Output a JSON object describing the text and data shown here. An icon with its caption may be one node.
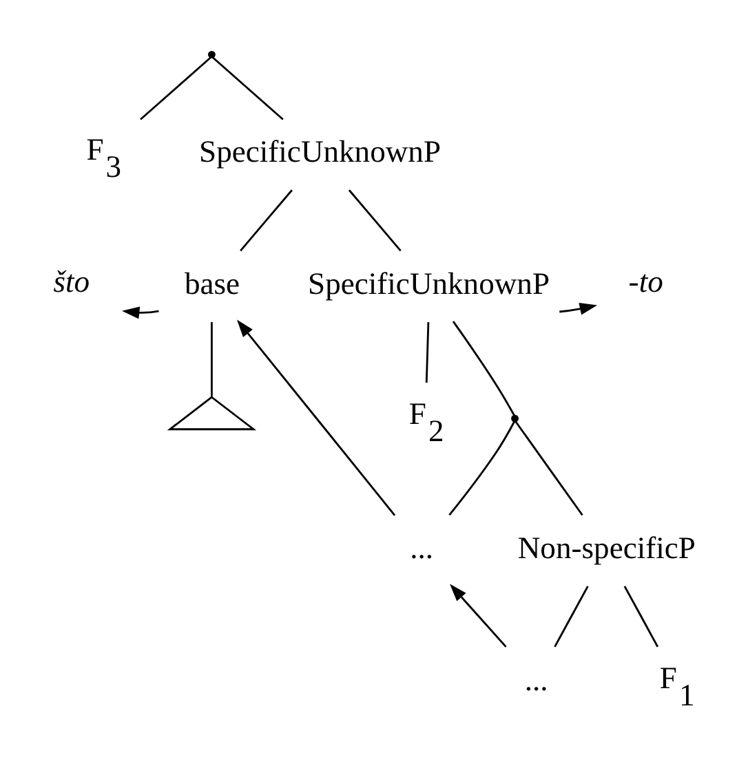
{
  "diagram": {
    "nodes": [
      {
        "text": [],
        "shape": "point"
      },
      {
        "text": [
          "F$_{3}$"
        ]
      },
      {
        "text": [
          "SpecificUnknownP"
        ]
      },
      {
        "text": [
          "što"
        ]
      },
      {
        "text": [
          "base"
        ]
      },
      {
        "text": [],
        "shape": "triangle"
      },
      {
        "text": [
          "SpecificUnknownP"
        ]
      },
      {
        "text": [
          "-to"
        ]
      },
      {
        "text": [
          "F$_{2}$"
        ]
      },
      {
        "text": [],
        "shape": "point"
      },
      {
        "text": [
          "..."
        ]
      },
      {
        "text": [
          "Non-specificP"
        ]
      },
      {
        "text": [
          "F$_{1}$"
        ]
      },
      {
        "text": [
          "..."
        ]
      }
    ],
    "edges": [
      {
        "from": 0,
        "to": 1,
        "arrow": "none"
      },
      {
        "from": 0,
        "to": 2,
        "arrow": "none"
      },
      {
        "from": 2,
        "to": 4,
        "arrow": "none"
      },
      {
        "from": 2,
        "to": 6,
        "arrow": "none"
      },
      {
        "from": 4,
        "to": 3,
        "arrow": "to"
      },
      {
        "from": 4,
        "to": 5,
        "arrow": "none"
      },
      {
        "from": 6,
        "to": 7,
        "arrow": "to"
      },
      {
        "from": 6,
        "to": 8,
        "arrow": "none"
      },
      {
        "from": 6,
        "to": 9,
        "arrow": "none"
      },
      {
        "from": 9,
        "to": 10,
        "arrow": "none"
      },
      {
        "from": 9,
        "to": 11,
        "arrow": "none"
      },
      {
        "from": 11,
        "to": 12,
        "arrow": "none"
      },
      {
        "from": 11,
        "to": 13,
        "arrow": "none"
      },
      {
        "from": 13,
        "to": 10,
        "arrow": "to"
      },
      {
        "from": 10,
        "to": 4,
        "arrow": "to"
      }
    ]
  }
}
